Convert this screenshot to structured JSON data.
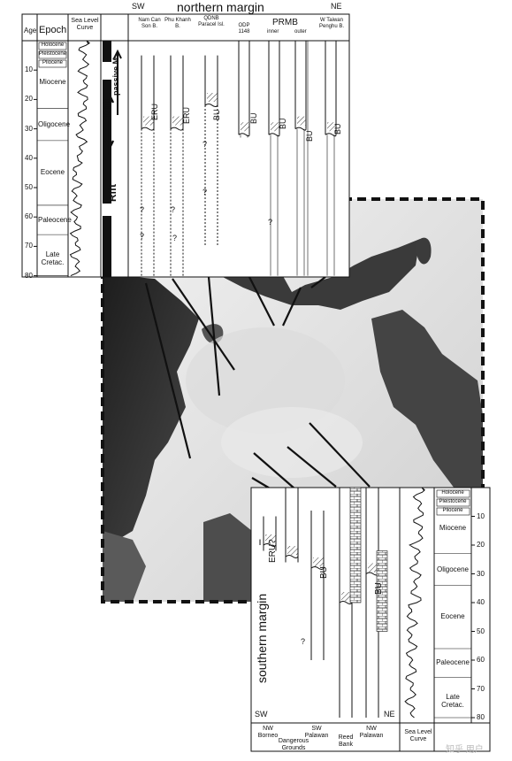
{
  "north": {
    "title": "northern margin",
    "sw": "SW",
    "ne": "NE",
    "header": {
      "age": "Age",
      "epoch": "Epoch",
      "sea_level": "Sea Level Curve"
    },
    "columns": [
      {
        "name": "Nam Can Son B."
      },
      {
        "name": "Phu Khanh B."
      },
      {
        "name": "QDNB Paracel Isl."
      },
      {
        "name": "ODP 1148"
      },
      {
        "name": "PRMB"
      },
      {
        "name": "W Taiwan Penghu B."
      }
    ],
    "prmb_sub": [
      "inner",
      "outer"
    ],
    "epochs": [
      "Holocene",
      "Pleistocene",
      "Pliocene",
      "Miocene",
      "Oligocene",
      "Eocene",
      "Paleocene",
      "Late Cretac."
    ],
    "ages": [
      "10",
      "20",
      "30",
      "40",
      "50",
      "60",
      "70",
      "80"
    ],
    "phases": {
      "passive": "passive M.",
      "drift": "Drift",
      "rift": "Rift"
    },
    "unconformity_labels": [
      "ERU",
      "ERU",
      "BU",
      "BU",
      "BU",
      "BU",
      "BU"
    ],
    "question": "?"
  },
  "south": {
    "title": "southern margin",
    "sw": "SW",
    "ne": "NE",
    "sea_level": "Sea Level Curve",
    "epochs": [
      "Holocene",
      "Pleistocene",
      "Pliocene",
      "Miocene",
      "Oligocene",
      "Eocene",
      "Paleocene",
      "Late Cretac."
    ],
    "ages": [
      "10",
      "20",
      "30",
      "40",
      "50",
      "60",
      "70",
      "80"
    ],
    "bottom_labels": [
      "NW Borneo",
      "Dangerous Grounds",
      "SW Palawan",
      "Reed Bank",
      "NW Palawan"
    ],
    "unconformity_labels": [
      "ERU?",
      "BU",
      "BU"
    ],
    "question": "?"
  },
  "watermark": "知乎 用户",
  "colors": {
    "line": "#111111",
    "map_sea": "#eeeeee",
    "map_land": "#2a2a2a"
  }
}
